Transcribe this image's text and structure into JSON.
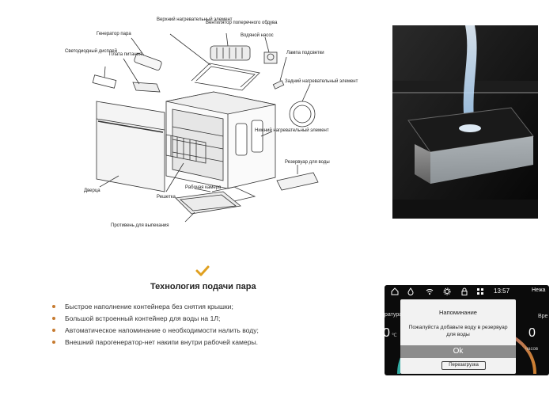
{
  "diagram": {
    "labels": {
      "top_heater": "Верхний нагревательный элемент",
      "fan": "Вентилятор поперечного обдува",
      "water_pump": "Водяной насос",
      "steam_generator": "Генератор пара",
      "led_display": "Светодиодный дисплей",
      "power_board": "Плата питания",
      "backlight_lamp": "Лампа подсветки",
      "rear_heater": "Задний нагревательный элемент",
      "bottom_heater": "Нижний нагревательный элемент",
      "water_tank": "Резервуар для воды",
      "door": "Дверца",
      "grid": "Решетка",
      "chamber": "Рабочая камера",
      "baking_tray": "Противень для выпекания"
    }
  },
  "features": {
    "title": "Технология подачи пара",
    "items": [
      "Быстрое наполнение контейнера без снятия крышки;",
      "Большой встроенный контейнер для воды на 1Л;",
      "Автоматическое напоминание о необходимости налить воду;",
      "Внешний парогенератор-нет накипи внутри рабочей камеры."
    ],
    "accent_color": "#e0a020",
    "bullet_color": "#c67a2f"
  },
  "device_screen": {
    "time": "13:57",
    "right_top": "Нежа",
    "left_label": "ратура",
    "right_label": "Вре",
    "left_value": "0",
    "left_unit": "℃",
    "right_value": "0",
    "right_unit": "часов",
    "dialog": {
      "title": "Напоминание",
      "message": "Пожалуйста добавьте воду в резервуар для воды",
      "ok_label": "Ok",
      "reboot_label": "Перезагрузка"
    },
    "status_icons": [
      "home-icon",
      "water-drop-icon",
      "wifi-icon",
      "settings-icon",
      "lock-icon",
      "grid-icon"
    ]
  }
}
